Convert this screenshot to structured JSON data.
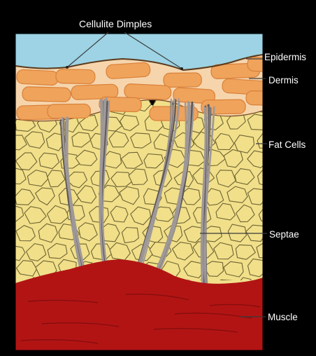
{
  "labels": {
    "title": "Cellulite Dimples",
    "epidermis": "Epidermis",
    "dermis": "Dermis",
    "fat_cells": "Fat Cells",
    "septae": "Septae",
    "muscle": "Muscle"
  },
  "colors": {
    "frame": "#000000",
    "label_text": "#ffffff",
    "air": "#9dd3e4",
    "epidermis": "#f6d5ad",
    "dermis_cell": "#f0a35b",
    "dermis_cell_dark": "#d9813a",
    "fat": "#f1df8a",
    "fat_outline": "#6d6433",
    "septae": "#9e9898",
    "septae_dark": "#5d5757",
    "muscle": "#b21414",
    "muscle_dark": "#7e0c0c"
  }
}
